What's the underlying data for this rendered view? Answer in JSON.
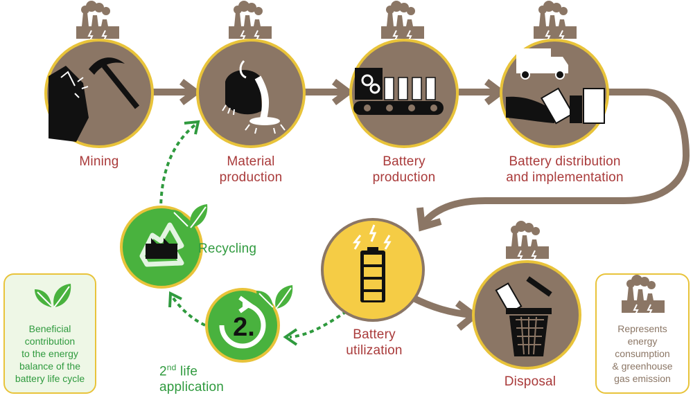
{
  "stages": {
    "mining": {
      "line1": "Mining"
    },
    "material": {
      "line1": "Material",
      "line2": "production"
    },
    "battery_production": {
      "line1": "Battery",
      "line2": "production"
    },
    "distribution": {
      "line1": "Battery distribution",
      "line2": "and implementation"
    },
    "utilization": {
      "line1": "Battery",
      "line2": "utilization"
    },
    "disposal": {
      "line1": "Disposal"
    },
    "recycling": {
      "line1": "Recycling"
    },
    "second_life": {
      "badge": "2.",
      "line1_main": "2",
      "line1_sup": "nd",
      "line1_rest": " life",
      "line2": "application"
    }
  },
  "legend": {
    "beneficial": {
      "lines": [
        "Beneficial",
        "contribution",
        "to the energy",
        "balance of the",
        "battery life cycle"
      ]
    },
    "energy": {
      "lines": [
        "Represents",
        "energy",
        "consumption",
        "& greenhouse",
        "gas emission"
      ]
    }
  },
  "colors": {
    "circle_brown": "#8b7665",
    "ring_gold": "#e8c33a",
    "arrow_brown": "#8b7665",
    "label_red": "#a93a3a",
    "green": "#49b23e",
    "utilization_yellow": "#f5cc45"
  }
}
